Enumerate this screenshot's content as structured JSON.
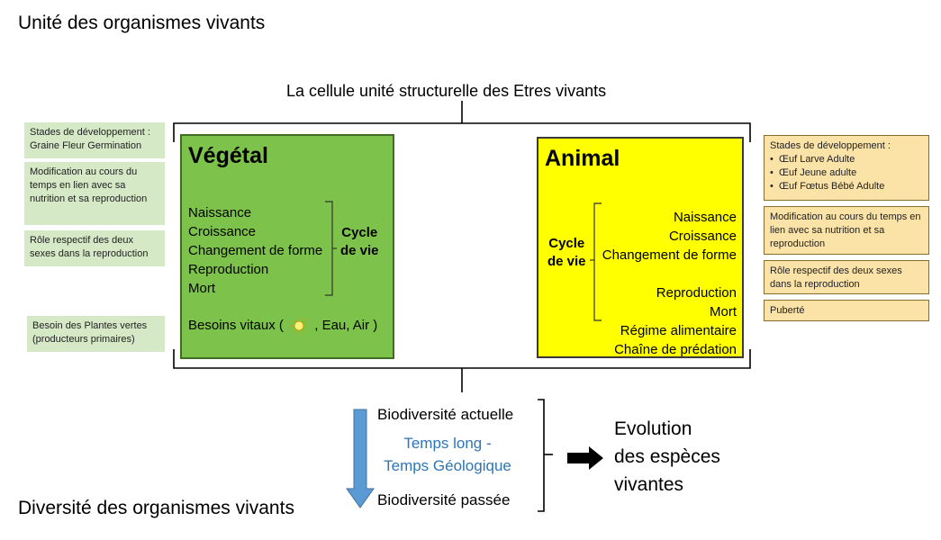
{
  "page_title": "Unité des organismes vivants",
  "bottom_title": "Diversité des organismes vivants",
  "cell_title": "La cellule unité structurelle des Etres vivants",
  "left_notes": [
    "Stades de développement : Graine Fleur Germination",
    "Modification au cours du temps en lien avec sa nutrition et sa reproduction",
    "Rôle respectif des deux sexes dans la reproduction",
    "Besoin des Plantes vertes (producteurs primaires)"
  ],
  "right_notes": {
    "stages_title": "Stades de développement :",
    "stages": [
      "Œuf Larve Adulte",
      "Œuf Jeune adulte",
      "Œuf Fœtus Bébé Adulte"
    ],
    "modification": "Modification au cours du temps en lien avec sa nutrition et sa reproduction",
    "roles": "Rôle respectif des deux sexes dans la reproduction",
    "puberty": "Puberté"
  },
  "vegetal": {
    "title": "Végétal",
    "items": [
      "Naissance",
      "Croissance",
      "Changement de forme",
      "Reproduction",
      "Mort"
    ],
    "cycle_label_1": "Cycle",
    "cycle_label_2": "de vie",
    "needs_prefix": "Besoins vitaux (",
    "needs_suffix": ", Eau, Air )",
    "sun_icon": "sun-icon"
  },
  "animal": {
    "title": "Animal",
    "items": [
      "Naissance",
      "Croissance",
      "Changement de forme",
      "",
      "Reproduction",
      "Mort",
      "Régime alimentaire",
      "Chaîne de prédation"
    ],
    "cycle_label_1": "Cycle",
    "cycle_label_2": "de vie"
  },
  "biodiversity": {
    "current": "Biodiversité actuelle",
    "time_1": "Temps long -",
    "time_2": "Temps Géologique",
    "past": "Biodiversité passée"
  },
  "evolution": [
    "Evolution",
    "des espèces",
    "vivantes"
  ],
  "colors": {
    "vegetal_fill": "#7dc24b",
    "animal_fill": "#ffff00",
    "green_note": "#d6e9c6",
    "orange_note": "#fbe3a8",
    "time_text": "#2e75b6",
    "time_arrow": "#5b9bd5"
  }
}
